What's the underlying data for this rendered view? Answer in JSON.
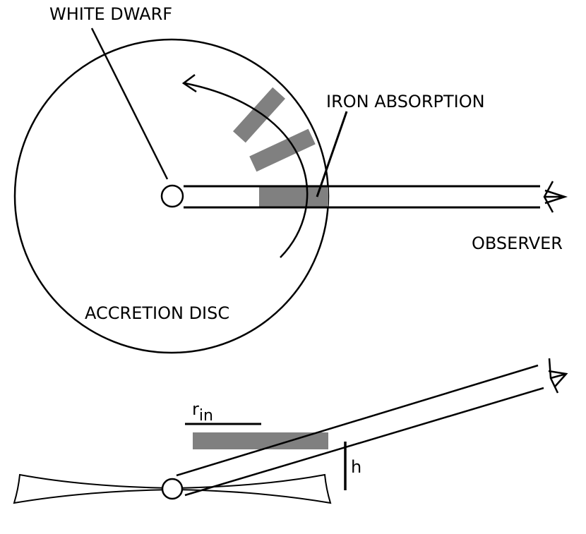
{
  "labels": {
    "white_dwarf": "WHITE DWARF",
    "iron_absorption": "IRON ABSORPTION",
    "observer": "OBSERVER",
    "accretion_disc": "ACCRETION DISC",
    "r_in_r": "r",
    "r_in_sub": "in",
    "h": "h"
  },
  "colors": {
    "line": "#000000",
    "absorption": "#808080",
    "background": "#ffffff"
  }
}
